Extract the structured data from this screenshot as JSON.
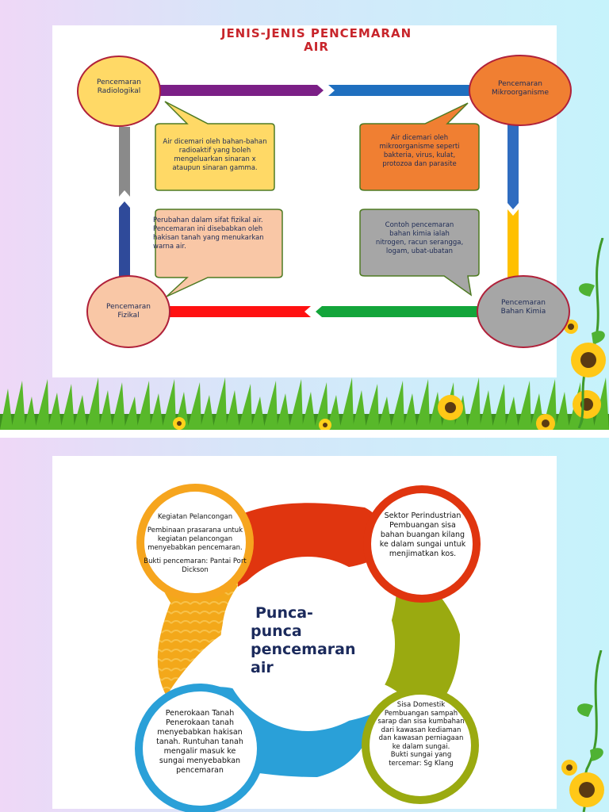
{
  "slide1": {
    "title_line1": "JENIS-JENIS PENCEMARAN",
    "title_line2": "AIR",
    "nodes": [
      {
        "label_line1": "Pencemaran",
        "label_line2": "Radiologikal",
        "color": "#ffd966"
      },
      {
        "label_line1": "Pencemaran",
        "label_line2": "Mikroorganisme",
        "color": "#f07f32"
      },
      {
        "label_line1": "Pencemaran",
        "label_line2": "Fizikal",
        "color": "#f9c7a6"
      },
      {
        "label_line1": "Pencemaran",
        "label_line2": "Bahan Kimia",
        "color": "#a6a6a6"
      }
    ],
    "bubbles": {
      "radiologikal": [
        "Air dicemari oleh bahan-bahan",
        "radioaktif yang boleh",
        "mengeluarkan sinaran x",
        "ataupun sinaran gamma."
      ],
      "mikroorganisme": [
        "Air dicemari oleh",
        "mikroorganisme seperti",
        "bakteria, virus, kulat,",
        "protozoa dan parasite"
      ],
      "fizikal": [
        "Perubahan dalam sifat fizikal air.",
        "Pencemaran ini disebabkan oleh",
        "hakisan tanah yang menukarkan",
        "warna air."
      ],
      "kimia": [
        "Contoh pencemaran",
        "bahan kimia ialah",
        "nitrogen, racun serangga,",
        "logam, ubat-ubatan"
      ]
    },
    "colors": {
      "node_border": "#b0213a",
      "arrow_purple": "#7b1f86",
      "arrow_blue": "#1f6fbf",
      "arrow_red": "#ff1111",
      "arrow_green": "#13a53a",
      "arrow_yellow": "#ffc000",
      "arrow_gray": "#8a8a8a",
      "arrow_navy": "#2f4a9a",
      "bubble_border": "#4e7a22"
    }
  },
  "slide2": {
    "center_title_lines": [
      "Punca-",
      "punca",
      "pencemaran",
      "air"
    ],
    "top_left": {
      "heading": "Kegiatan Pelancongan",
      "body": [
        "Pembinaan prasarana untuk",
        "kegiatan pelancongan",
        "menyebabkan pencemaran."
      ],
      "proof": [
        "Bukti  pencemaran: Pantai Port",
        "Dickson"
      ]
    },
    "top_right": {
      "lines": [
        "Sektor Perindustrian",
        "Pembuangan sisa",
        "bahan buangan kilang",
        "ke dalam sungai untuk",
        "menjimatkan kos."
      ]
    },
    "bottom_left": {
      "lines": [
        "Penerokaan Tanah",
        "Penerokaan tanah",
        "menyebabkan hakisan",
        "tanah. Runtuhan tanah",
        "mengalir masuk ke",
        "sungai menyebabkan",
        "pencemaran"
      ]
    },
    "bottom_right": {
      "lines": [
        "Sisa Domestik",
        "Pembuangan sampah",
        "sarap dan sisa kumbahan",
        "dari kawasan kediaman",
        "dan kawasan perniagaan",
        "ke dalam sungai.",
        "Bukti sungai yang",
        "tercemar: Sg Klang"
      ]
    },
    "colors": {
      "orange": "#f6a51e",
      "red": "#e0350f",
      "green": "#9aaa10",
      "blue": "#2aa0d8",
      "title": "#1b2a5c"
    }
  }
}
